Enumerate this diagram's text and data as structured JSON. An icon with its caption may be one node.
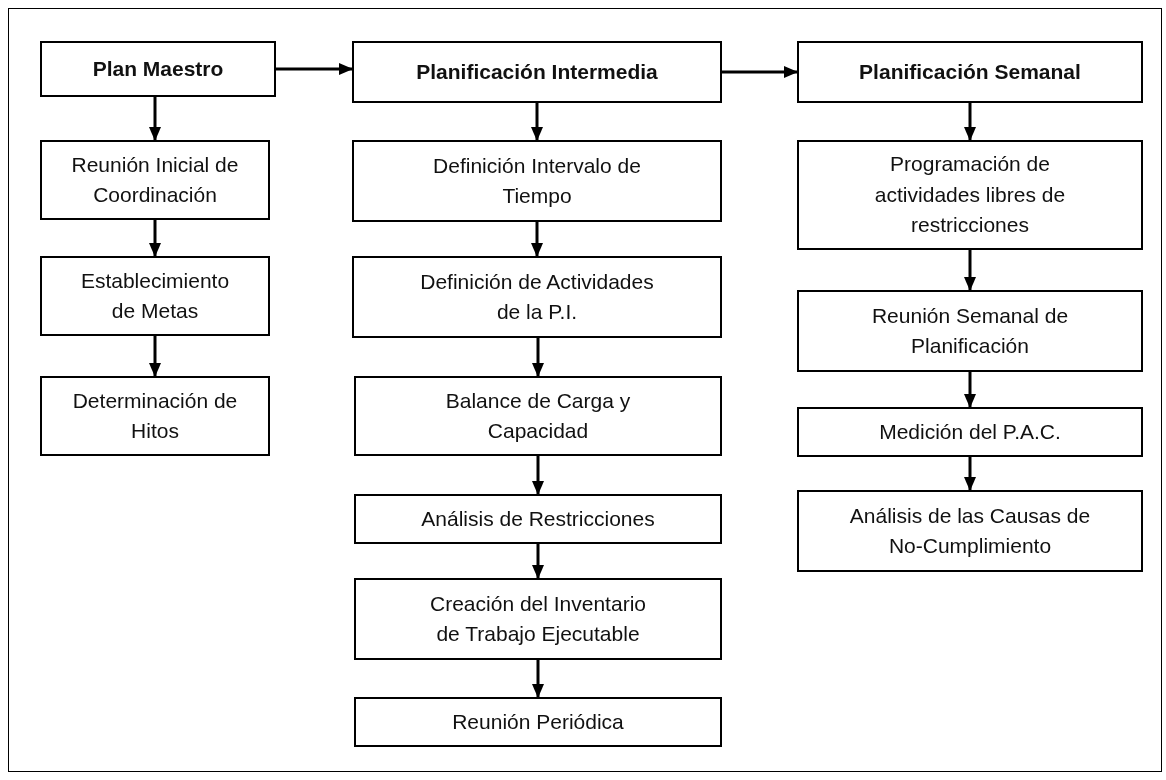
{
  "diagram": {
    "nodes": [
      {
        "text": [
          "Plan Maestro"
        ]
      },
      {
        "text": [
          "Reunión Inicial de Coordinación"
        ]
      },
      {
        "text": [
          "Establecimiento de Metas"
        ]
      },
      {
        "text": [
          "Determinación de Hitos"
        ]
      },
      {
        "text": [
          "Planificación Intermedia"
        ]
      },
      {
        "text": [
          "Definición Intervalo de Tiempo"
        ]
      },
      {
        "text": [
          "Definición de Actividades de la P.I."
        ]
      },
      {
        "text": [
          "Balance de Carga y Capacidad"
        ]
      },
      {
        "text": [
          "Análisis de Restricciones"
        ]
      },
      {
        "text": [
          "Creación del Inventario de Trabajo Ejecutable"
        ]
      },
      {
        "text": [
          "Reunión Periódica"
        ]
      },
      {
        "text": [
          "Planificación Semanal"
        ]
      },
      {
        "text": [
          "Programación de actividades libres de restricciones"
        ]
      },
      {
        "text": [
          "Reunión Semanal de Planificación"
        ]
      },
      {
        "text": [
          "Medición del P.A.C."
        ]
      },
      {
        "text": [
          "Análisis de las Causas de No-Cumplimiento"
        ]
      }
    ],
    "edges": [
      {
        "from": 0,
        "to": 4,
        "arrow": "to"
      },
      {
        "from": 4,
        "to": 11,
        "arrow": "to"
      },
      {
        "from": 0,
        "to": 1,
        "arrow": "to"
      },
      {
        "from": 1,
        "to": 2,
        "arrow": "to"
      },
      {
        "from": 2,
        "to": 3,
        "arrow": "to"
      },
      {
        "from": 4,
        "to": 5,
        "arrow": "to"
      },
      {
        "from": 5,
        "to": 6,
        "arrow": "to"
      },
      {
        "from": 6,
        "to": 7,
        "arrow": "to"
      },
      {
        "from": 7,
        "to": 8,
        "arrow": "to"
      },
      {
        "from": 8,
        "to": 9,
        "arrow": "to"
      },
      {
        "from": 9,
        "to": 10,
        "arrow": "to"
      },
      {
        "from": 11,
        "to": 12,
        "arrow": "to"
      },
      {
        "from": 12,
        "to": 13,
        "arrow": "to"
      },
      {
        "from": 13,
        "to": 14,
        "arrow": "to"
      },
      {
        "from": 14,
        "to": 15,
        "arrow": "to"
      }
    ]
  }
}
